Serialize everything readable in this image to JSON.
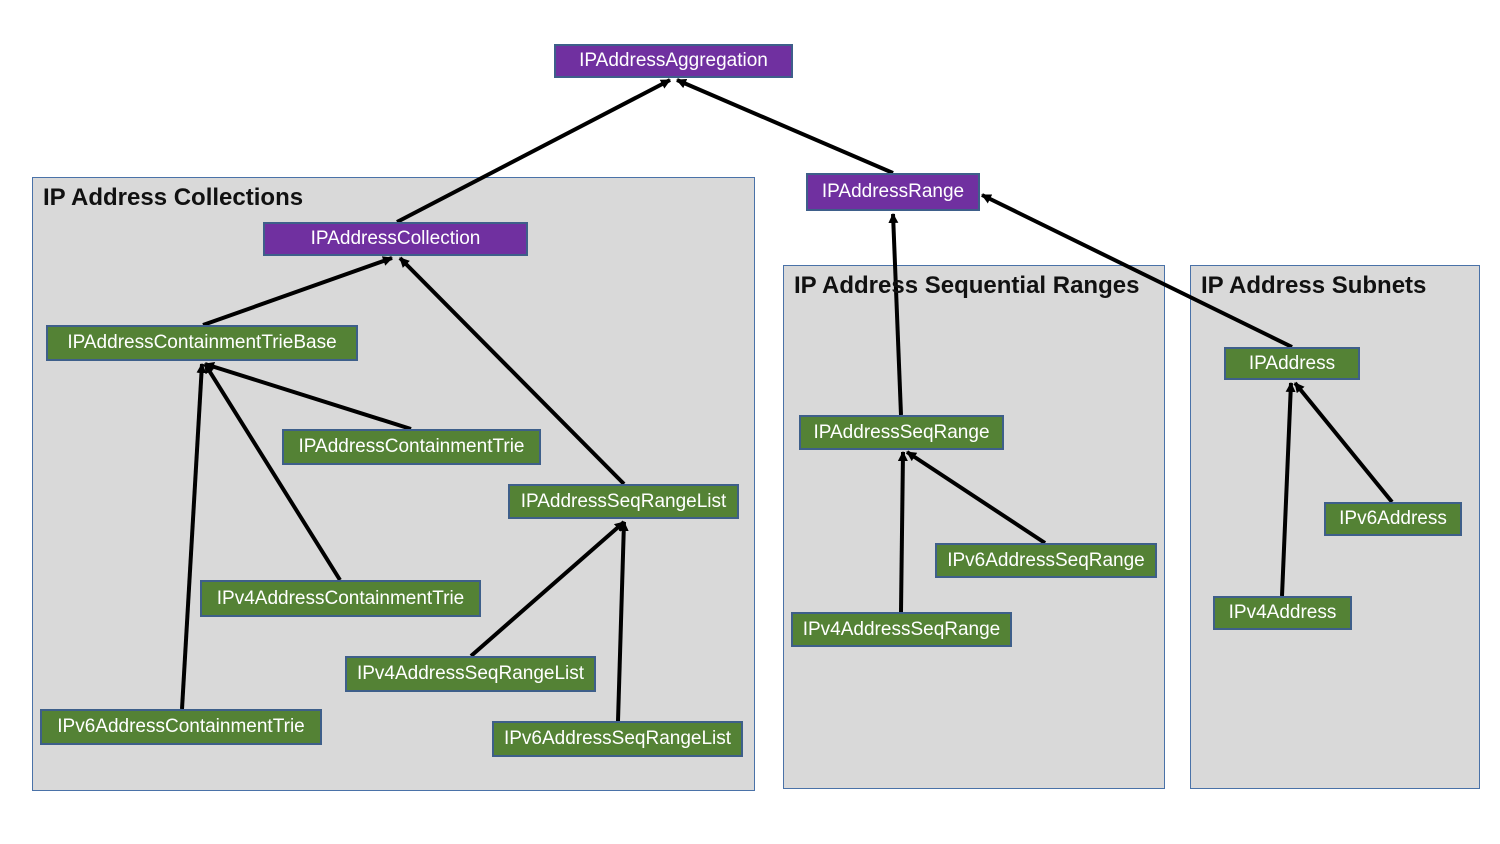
{
  "groups": {
    "collections": "IP Address Collections",
    "seq_ranges": "IP Address Sequential Ranges",
    "subnets": "IP Address Subnets"
  },
  "nodes": {
    "aggregation": "IPAddressAggregation",
    "range": "IPAddressRange",
    "collection": "IPAddressCollection",
    "containment_trie_base": "IPAddressContainmentTrieBase",
    "containment_trie": "IPAddressContainmentTrie",
    "ipv4_containment_trie": "IPv4AddressContainmentTrie",
    "ipv6_containment_trie": "IPv6AddressContainmentTrie",
    "seq_range_list": "IPAddressSeqRangeList",
    "ipv4_seq_range_list": "IPv4AddressSeqRangeList",
    "ipv6_seq_range_list": "IPv6AddressSeqRangeList",
    "seq_range": "IPAddressSeqRange",
    "ipv4_seq_range": "IPv4AddressSeqRange",
    "ipv6_seq_range": "IPv6AddressSeqRange",
    "ip_address": "IPAddress",
    "ipv4_address": "IPv4Address",
    "ipv6_address": "IPv6Address"
  },
  "edges": [
    [
      "collection",
      "aggregation"
    ],
    [
      "range",
      "aggregation"
    ],
    [
      "containment_trie_base",
      "collection"
    ],
    [
      "seq_range_list",
      "collection"
    ],
    [
      "containment_trie",
      "containment_trie_base"
    ],
    [
      "ipv4_containment_trie",
      "containment_trie_base"
    ],
    [
      "ipv6_containment_trie",
      "containment_trie_base"
    ],
    [
      "ipv4_seq_range_list",
      "seq_range_list"
    ],
    [
      "ipv6_seq_range_list",
      "seq_range_list"
    ],
    [
      "seq_range",
      "range"
    ],
    [
      "ip_address",
      "range"
    ],
    [
      "ipv4_seq_range",
      "seq_range"
    ],
    [
      "ipv6_seq_range",
      "seq_range"
    ],
    [
      "ipv4_address",
      "ip_address"
    ],
    [
      "ipv6_address",
      "ip_address"
    ]
  ],
  "colors": {
    "abstract_node": "#7030a0",
    "concrete_node": "#548235",
    "group_fill": "#d9d9d9",
    "group_border": "#4a72a8",
    "arrow": "#000000"
  }
}
